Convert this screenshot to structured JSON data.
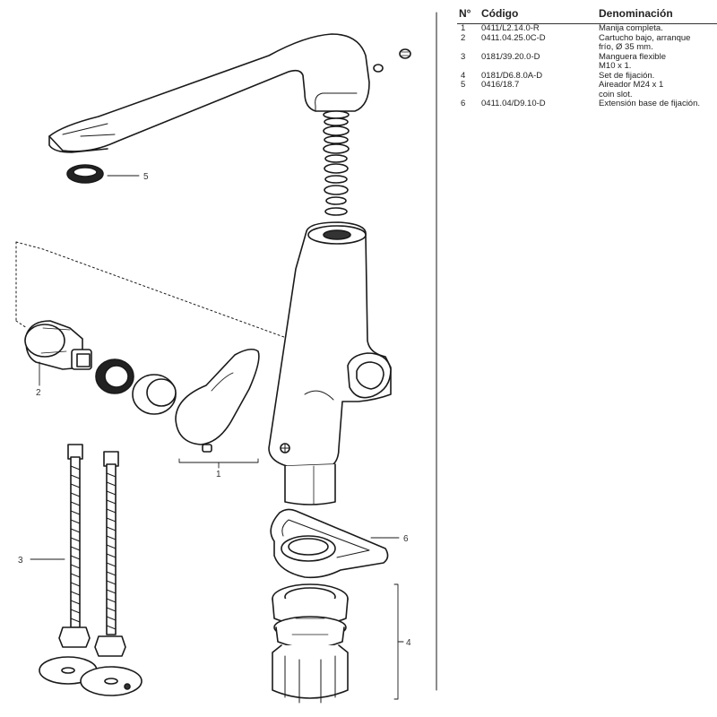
{
  "table": {
    "headers": {
      "no": "N°",
      "code": "Código",
      "name": "Denominación"
    },
    "rows": [
      {
        "no": "1",
        "code": "0411/L2.14.0-R",
        "name": "Manija completa."
      },
      {
        "no": "2",
        "code": "0411.04.25.0C-D",
        "name": "Cartucho bajo, arranque\nfrío, Ø 35 mm."
      },
      {
        "no": "3",
        "code": "0181/39.20.0-D",
        "name": "Manguera flexible\nM10 x 1."
      },
      {
        "no": "4",
        "code": "0181/D6.8.0A-D",
        "name": "Set de fijación."
      },
      {
        "no": "5",
        "code": "0416/18.7",
        "name": "Aireador M24 x 1\ncoin slot."
      },
      {
        "no": "6",
        "code": "0411.04/D9.10-D",
        "name": "Extensión base de fijación."
      }
    ]
  },
  "callouts": {
    "c1": "1",
    "c2": "2",
    "c3": "3",
    "c4": "4",
    "c5": "5",
    "c6": "6"
  }
}
